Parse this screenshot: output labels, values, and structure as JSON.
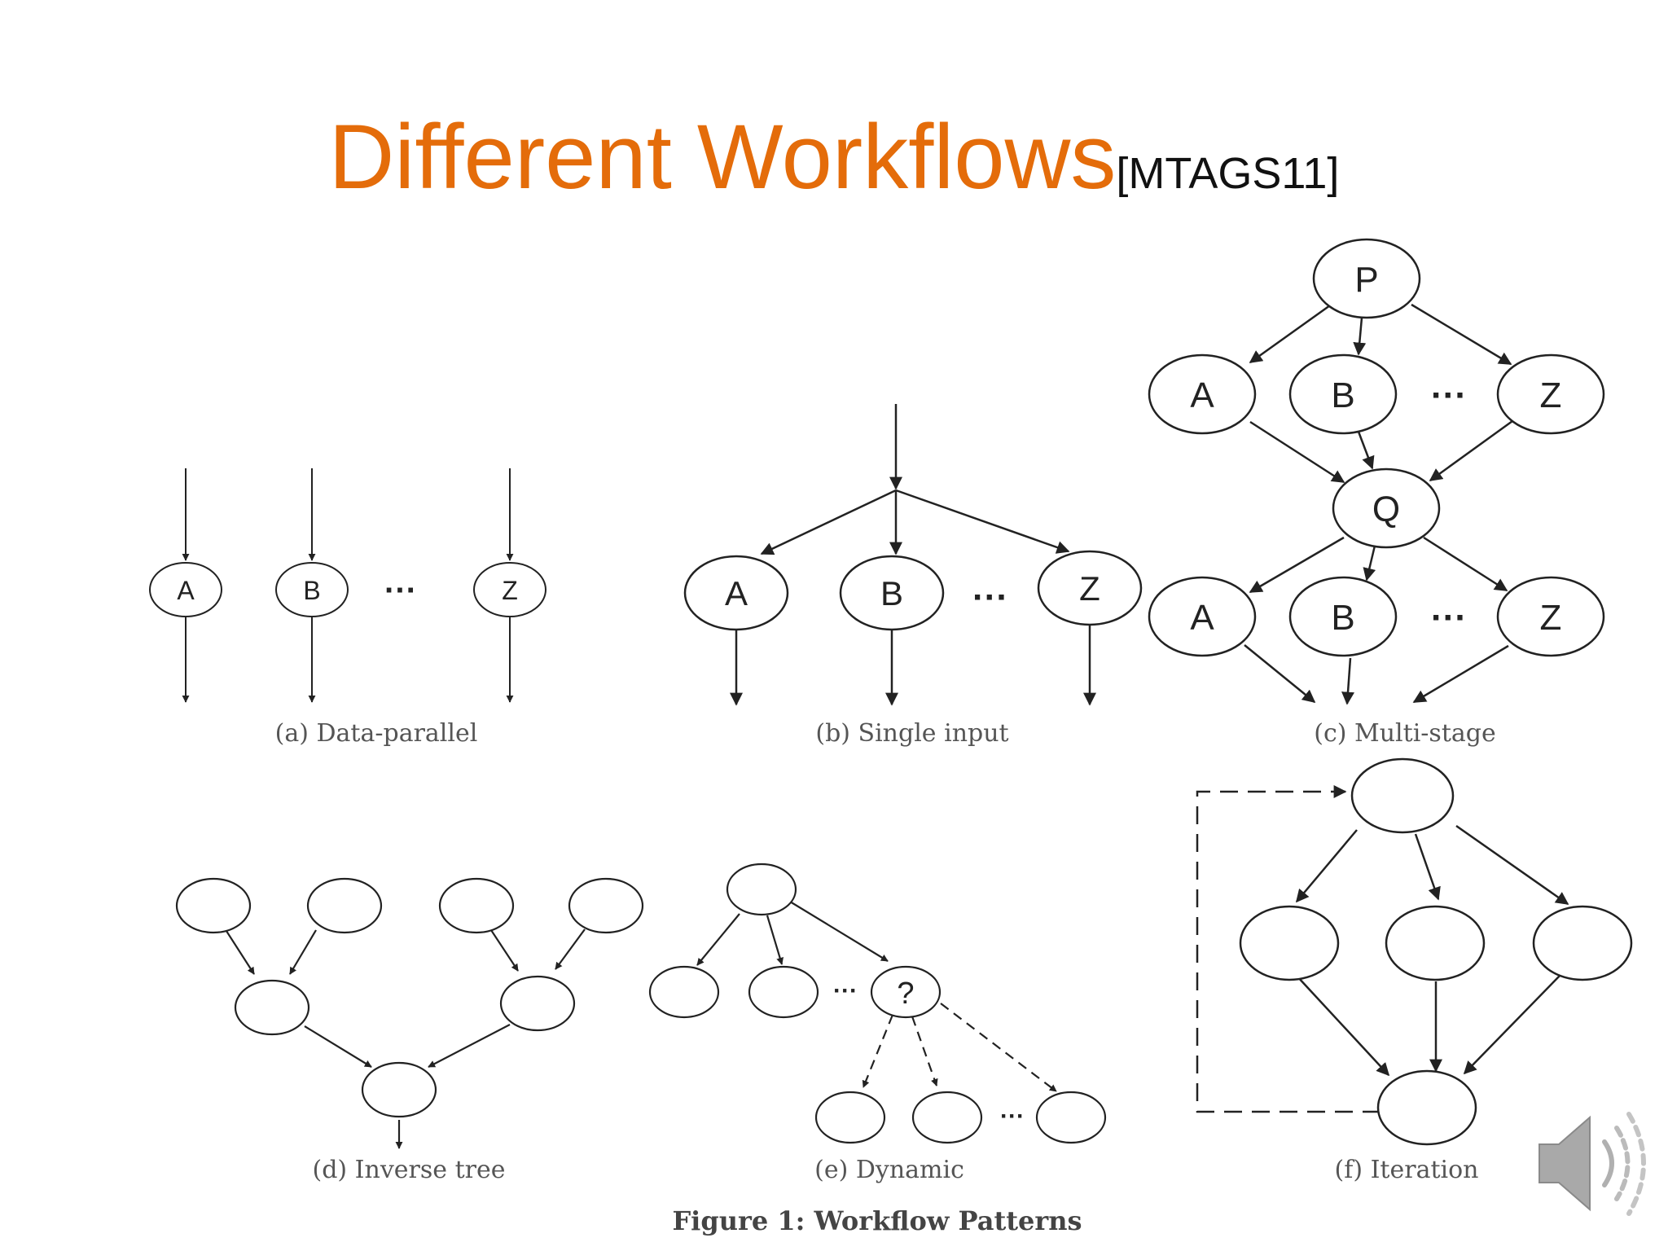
{
  "slide": {
    "title": "Different Workflows",
    "title_ref": "[MTAGS11]",
    "title_color": "#E46C0A",
    "audio_icon": "speaker-icon"
  },
  "figure": {
    "caption": "Figure 1: Workflow Patterns",
    "panels": {
      "a": {
        "caption": "(a) Data-parallel",
        "nodes": [
          "A",
          "B",
          "Z"
        ],
        "ellipsis": "···"
      },
      "b": {
        "caption": "(b) Single input",
        "nodes": [
          "A",
          "B",
          "Z"
        ],
        "ellipsis": "···"
      },
      "c": {
        "caption": "(c) Multi-stage",
        "top": "P",
        "row1": [
          "A",
          "B",
          "Z"
        ],
        "middle": "Q",
        "row2": [
          "A",
          "B",
          "Z"
        ],
        "ellipsis": "···"
      },
      "d": {
        "caption": "(d) Inverse tree"
      },
      "e": {
        "caption": "(e) Dynamic",
        "unknown": "?",
        "ellipsis": "···"
      },
      "f": {
        "caption": "(f) Iteration"
      }
    }
  }
}
